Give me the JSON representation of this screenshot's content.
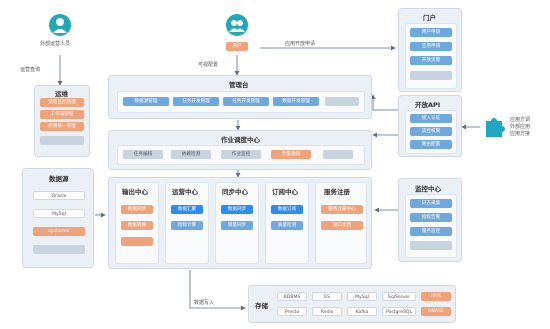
{
  "external_user": {
    "label": "外部运营人员"
  },
  "left_edge_label": "运营查询",
  "ops": {
    "title": "运维",
    "items": [
      "运营监控管理",
      "工作流管理",
      "权限统一管理",
      ""
    ]
  },
  "datasource": {
    "title": "数据源",
    "items": [
      "Oracle",
      "MySql",
      "opstamer",
      ""
    ]
  },
  "partner": {
    "label": "用户"
  },
  "top_edge_label": "应用开放申请",
  "mid_edge_label": "可视配置",
  "portal": {
    "title": "门户",
    "items": [
      "用户申请",
      "应用申请",
      "开放流量",
      ""
    ]
  },
  "manage": {
    "title": "管理台",
    "items": [
      "数据源管理",
      "任务开发管理",
      "任务开发管理",
      "数据开发管理",
      ""
    ]
  },
  "openapi": {
    "title": "开放API",
    "items": [
      "接入认证",
      "流控权限",
      "路由配置"
    ]
  },
  "ext_app": {
    "lines": [
      "应用方调",
      "外部应用",
      "应用方接"
    ]
  },
  "scheduler": {
    "title": "作业调度中心",
    "items": [
      "任务编排",
      "依赖检测",
      "作业监控",
      "告警通知",
      ""
    ]
  },
  "monitor": {
    "title": "监控中心",
    "items": [
      "日志采集",
      "指标告警",
      "服务监控",
      ""
    ]
  },
  "centers": [
    {
      "title": "输出中心",
      "items": [
        "数据同步",
        "数据转换",
        ""
      ]
    },
    {
      "title": "运营中心",
      "items": [
        "数据汇聚",
        "指标计算"
      ]
    },
    {
      "title": "同步中心",
      "items": [
        "数据同步",
        "增量同步"
      ]
    },
    {
      "title": "订阅中心",
      "items": [
        "数据订阅",
        "质量检测"
      ]
    },
    {
      "title": "服务注册",
      "items": [
        "服务注册中心",
        "接口文档"
      ]
    }
  ],
  "bottom_edge_label": "数据写入",
  "storage": {
    "title": "存储",
    "items": [
      [
        "RDBMS",
        "ES",
        "MySql",
        "SqlServer",
        "HIVE"
      ],
      [
        "Presto",
        "Redis",
        "Kafka",
        "PostgreSQL",
        "HBASE"
      ]
    ]
  },
  "colors": {
    "primary": "#2d8cf0",
    "light": "#6fa8dc",
    "accent": "#f0a27a",
    "panel": "#eaf0f6"
  }
}
